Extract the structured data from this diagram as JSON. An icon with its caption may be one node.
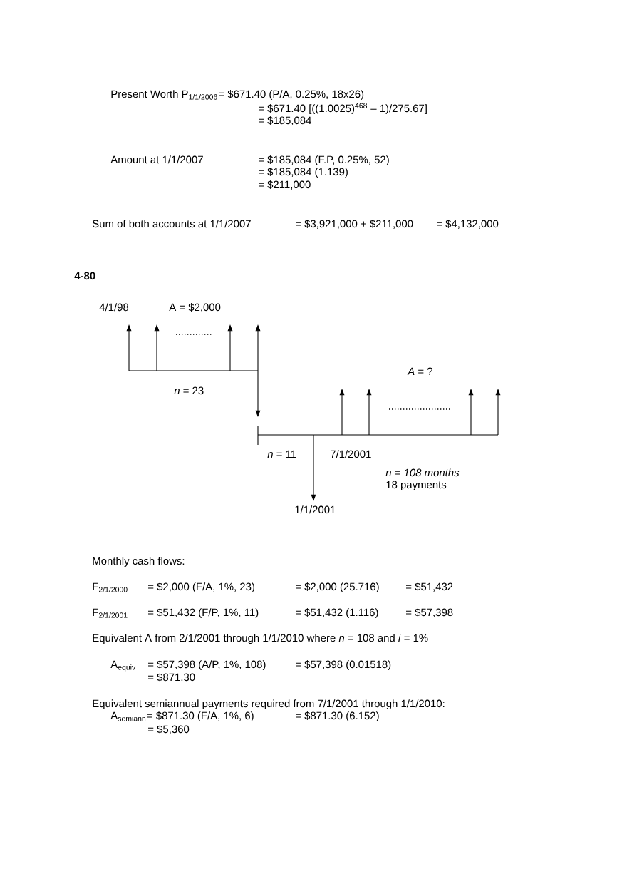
{
  "diagram": {
    "title": "4-80",
    "labels": [
      "Present Worth P$_{1/1/2006}$",
      "= $671.40 (P/A, 0.25%, 18x26)",
      "= $671.40 [((1.0025)$^{468}$ – 1)/275.67]",
      "= $185,084",
      "Amount at 1/1/2007",
      "= $185,084 (F.P, 0.25%, 52)",
      "= $185,084 (1.139)",
      "= $211,000",
      "Sum of both accounts at 1/1/2007",
      "= $3,921,000 + $211,000",
      "= $4,132,000",
      "4/1/98",
      "A = $2,000",
      "*n* = 23",
      "*A* = ?",
      "*n* = 11",
      "7/1/2001",
      "n = 108 months",
      "18 payments",
      "1/1/2001",
      "Monthly cash flows:",
      "F$_{2/1/2000}$",
      "= $2,000 (F/A, 1%, 23)",
      "= $2,000 (25.716)",
      "= $51,432",
      "F$_{2/1/2001}$",
      "= $51,432 (F/P, 1%, 11)",
      "= $51,432 (1.116)",
      "= $57,398",
      "Equivalent A from 2/1/2001 through 1/1/2010 where *n* = 108 and *i* = 1%",
      "A$_{equiv}$",
      "= $57,398 (A/P, 1%, 108)",
      "= $57,398 (0.01518)",
      "= $871.30",
      "Equivalent semiannual payments required from 7/1/2001 through 1/1/2010:",
      "A$_{semiann}$",
      "= $871.30 (F/A, 1%, 6)",
      "= $871.30 (6.152)",
      "= $5,360"
    ]
  }
}
